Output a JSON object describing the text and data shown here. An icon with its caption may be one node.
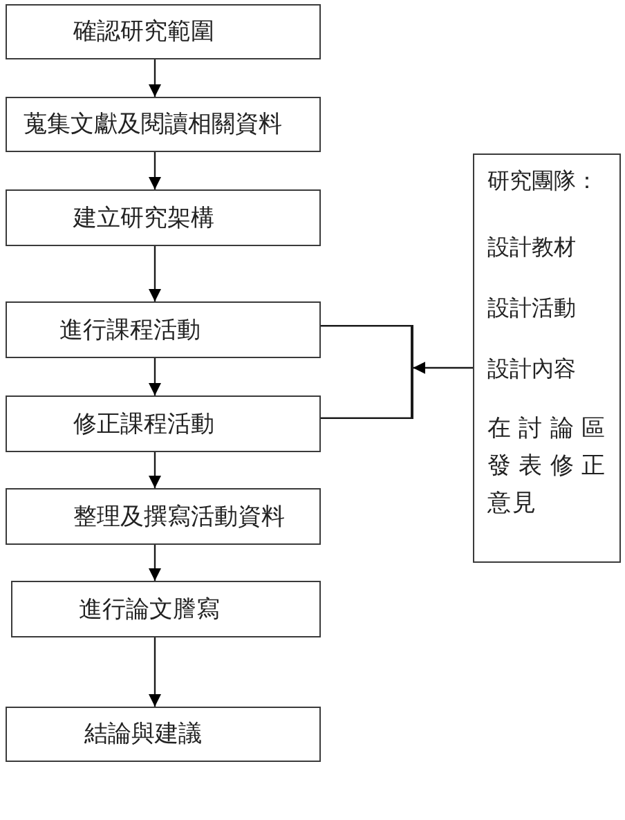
{
  "diagram": {
    "nodes": [
      {
        "text": [
          "確認研究範圍"
        ]
      },
      {
        "text": [
          "蒐集文獻及閱讀相關資料"
        ]
      },
      {
        "text": [
          "建立研究架構"
        ]
      },
      {
        "text": [
          "進行課程活動"
        ]
      },
      {
        "text": [
          "修正課程活動"
        ]
      },
      {
        "text": [
          "整理及撰寫活動資料"
        ]
      },
      {
        "text": [
          "進行論文謄寫"
        ]
      },
      {
        "text": [
          "結論與建議"
        ]
      },
      {
        "text": [
          "研究團隊：",
          "設計教材",
          "設計活動",
          "設計內容",
          "在討論區發表修正意見"
        ]
      },
      {
        "text": [],
        "shape": "bar"
      }
    ],
    "edges": [
      {
        "from": 0,
        "to": 1,
        "arrow": "to"
      },
      {
        "from": 1,
        "to": 2,
        "arrow": "to"
      },
      {
        "from": 2,
        "to": 3,
        "arrow": "to"
      },
      {
        "from": 3,
        "to": 4,
        "arrow": "to"
      },
      {
        "from": 4,
        "to": 5,
        "arrow": "to"
      },
      {
        "from": 5,
        "to": 6,
        "arrow": "to"
      },
      {
        "from": 6,
        "to": 7,
        "arrow": "to"
      },
      {
        "from": 8,
        "to": 9,
        "arrow": "to"
      },
      {
        "from": 9,
        "to": 3,
        "arrow": "none"
      },
      {
        "from": 9,
        "to": 4,
        "arrow": "none"
      }
    ]
  }
}
